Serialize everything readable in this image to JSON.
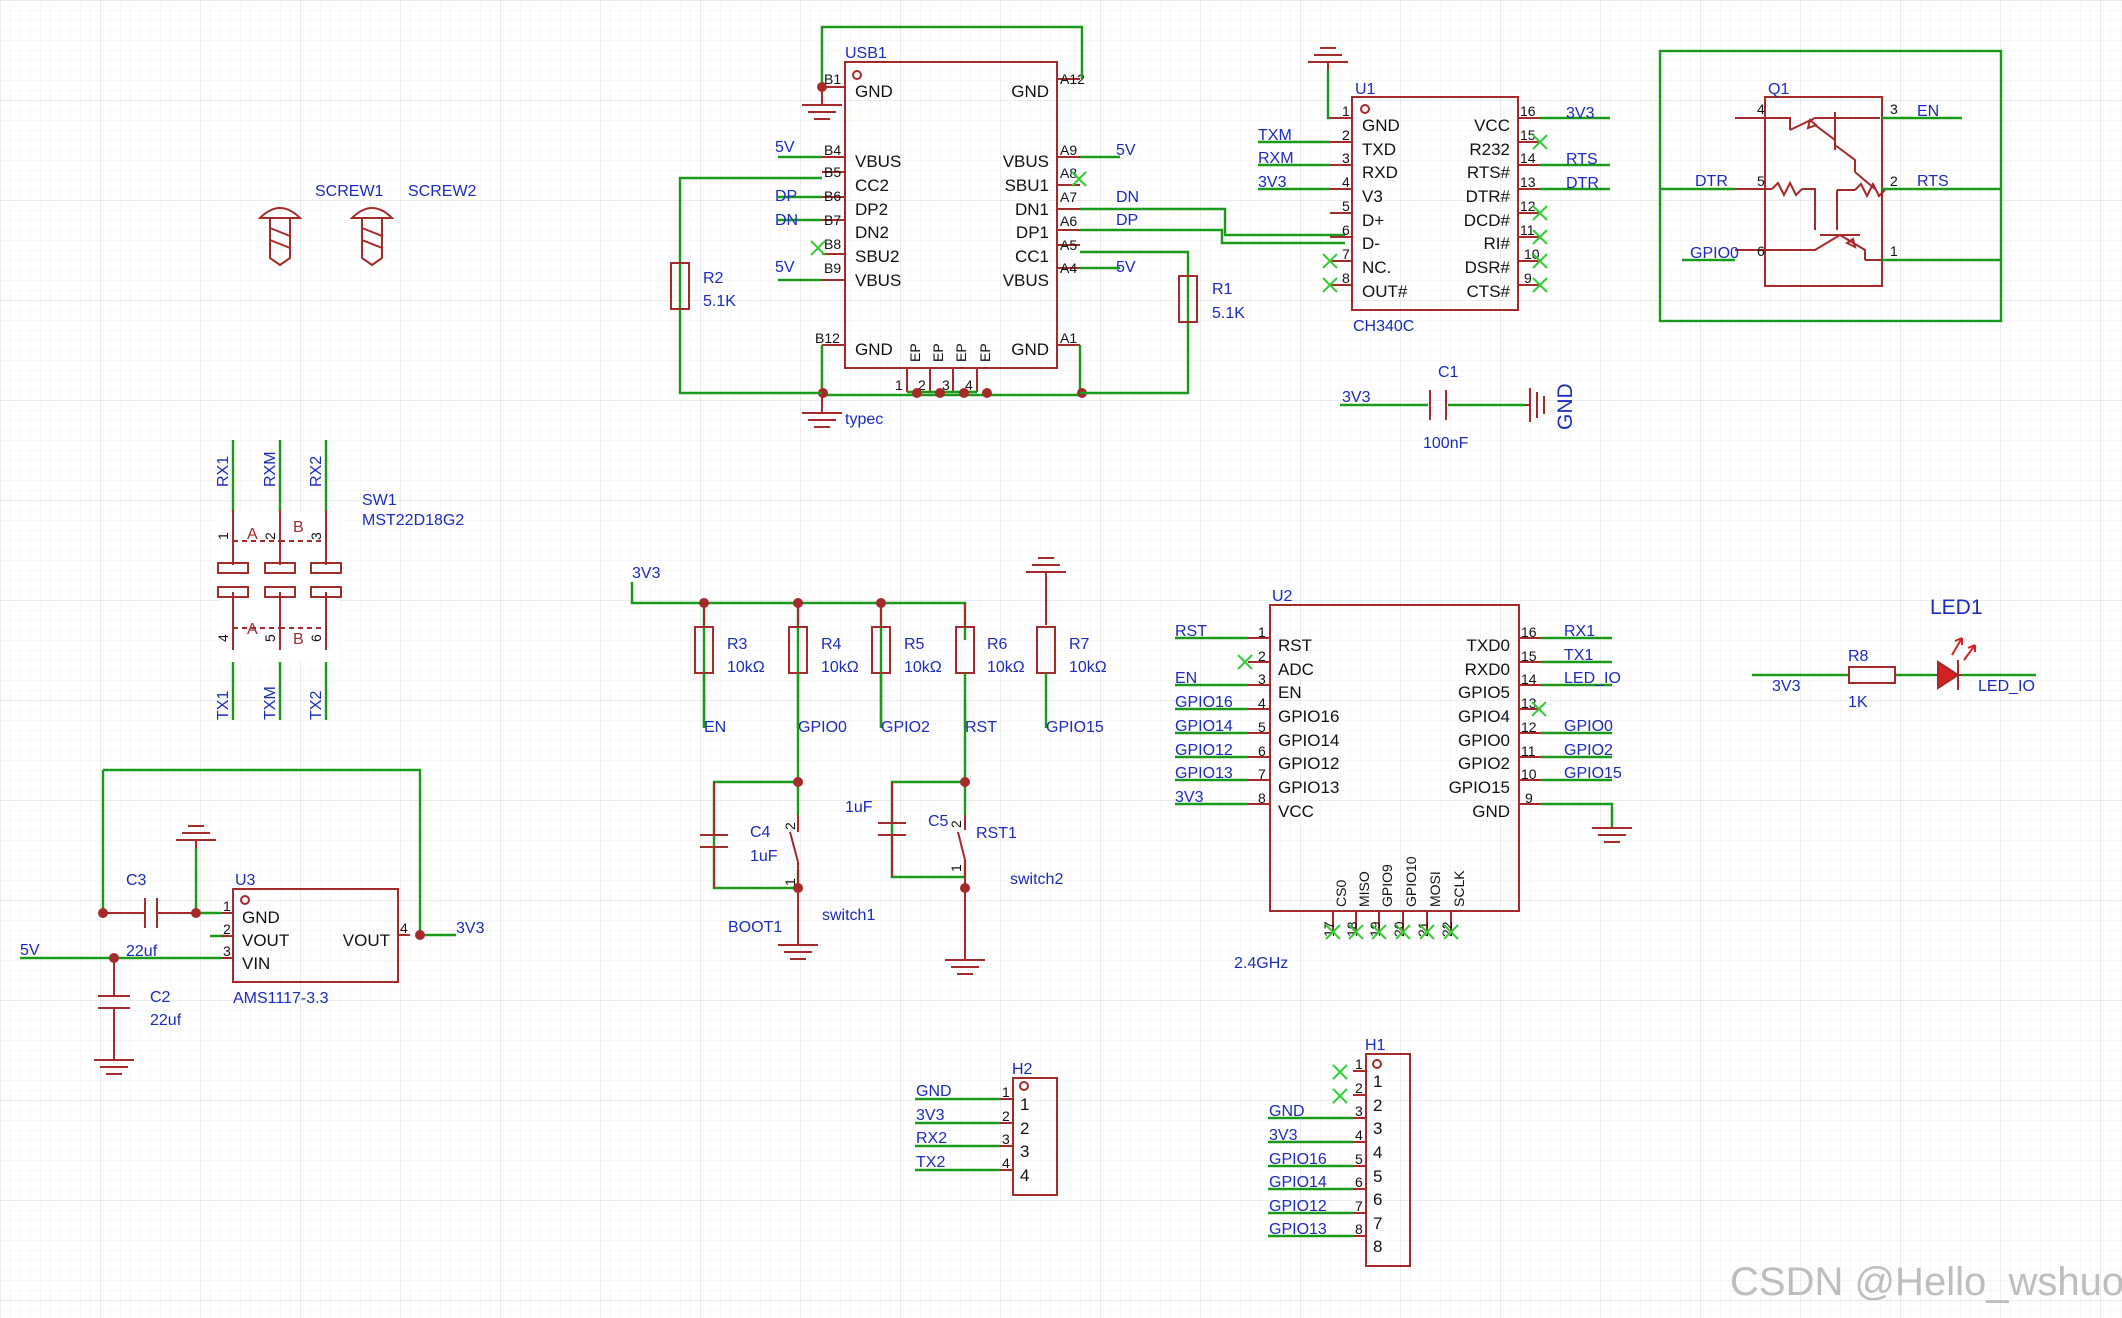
{
  "components": {
    "usb1": {
      "ref": "USB1",
      "value": "typec",
      "left_pins": [
        {
          "num": "B1",
          "name": "GND"
        },
        {
          "num": "B4",
          "name": "VBUS"
        },
        {
          "num": "B5",
          "name": "CC2"
        },
        {
          "num": "B6",
          "name": "DP2"
        },
        {
          "num": "B7",
          "name": "DN2"
        },
        {
          "num": "B8",
          "name": "SBU2"
        },
        {
          "num": "B9",
          "name": "VBUS"
        },
        {
          "num": "B12",
          "name": "GND"
        }
      ],
      "right_pins": [
        {
          "num": "A12",
          "name": "GND"
        },
        {
          "num": "A9",
          "name": "VBUS"
        },
        {
          "num": "A8",
          "name": "SBU1"
        },
        {
          "num": "A7",
          "name": "DN1"
        },
        {
          "num": "A6",
          "name": "DP1"
        },
        {
          "num": "A5",
          "name": "CC1"
        },
        {
          "num": "A4",
          "name": "VBUS"
        },
        {
          "num": "A1",
          "name": "GND"
        }
      ],
      "bottom_pins": [
        {
          "num": "1",
          "name": "EP"
        },
        {
          "num": "2",
          "name": "EP"
        },
        {
          "num": "3",
          "name": "EP"
        },
        {
          "num": "4",
          "name": "EP"
        }
      ],
      "nets_left": [
        "5V",
        "DP",
        "DN",
        "5V"
      ],
      "nets_right": [
        "5V",
        "DN",
        "DP",
        "5V"
      ]
    },
    "u1": {
      "ref": "U1",
      "value": "CH340C",
      "left_pins": [
        {
          "num": "1",
          "name": "GND"
        },
        {
          "num": "2",
          "name": "TXD"
        },
        {
          "num": "3",
          "name": "RXD"
        },
        {
          "num": "4",
          "name": "V3"
        },
        {
          "num": "5",
          "name": "D+"
        },
        {
          "num": "6",
          "name": "D-"
        },
        {
          "num": "7",
          "name": "NC."
        },
        {
          "num": "8",
          "name": "OUT#"
        }
      ],
      "right_pins": [
        {
          "num": "16",
          "name": "VCC"
        },
        {
          "num": "15",
          "name": "R232"
        },
        {
          "num": "14",
          "name": "RTS#"
        },
        {
          "num": "13",
          "name": "DTR#"
        },
        {
          "num": "12",
          "name": "DCD#"
        },
        {
          "num": "11",
          "name": "RI#"
        },
        {
          "num": "10",
          "name": "DSR#"
        },
        {
          "num": "9",
          "name": "CTS#"
        }
      ],
      "nets_left": [
        "TXM",
        "RXM",
        "3V3"
      ],
      "nets_right": [
        "3V3",
        "RTS",
        "DTR"
      ]
    },
    "q1": {
      "ref": "Q1",
      "nets": [
        "EN",
        "RTS",
        "DTR",
        "GPIO0"
      ],
      "pins": [
        "4",
        "3",
        "5",
        "2",
        "6",
        "1"
      ]
    },
    "c1": {
      "ref": "C1",
      "value": "100nF",
      "net_left": "3V3",
      "net_right": "GND"
    },
    "screws": [
      "SCREW1",
      "SCREW2"
    ],
    "r1": {
      "ref": "R1",
      "value": "5.1K"
    },
    "r2": {
      "ref": "R2",
      "value": "5.1K"
    },
    "sw1": {
      "ref": "SW1",
      "value": "MST22D18G2",
      "top_nets": [
        "RX1",
        "RXM",
        "RX2"
      ],
      "bottom_nets": [
        "TX1",
        "TXM",
        "TX2"
      ],
      "top_pins": [
        "1",
        "2",
        "3"
      ],
      "bottom_pins": [
        "4",
        "5",
        "6"
      ],
      "a": "A",
      "b": "B"
    },
    "pullups": {
      "rail": "3V3",
      "resistors": [
        {
          "ref": "R3",
          "value": "10kΩ",
          "net": "EN"
        },
        {
          "ref": "R4",
          "value": "10kΩ",
          "net": "GPIO0"
        },
        {
          "ref": "R5",
          "value": "10kΩ",
          "net": "GPIO2"
        },
        {
          "ref": "R6",
          "value": "10kΩ",
          "net": "RST"
        },
        {
          "ref": "R7",
          "value": "10kΩ",
          "net": "GPIO15"
        }
      ]
    },
    "c4": {
      "ref": "C4",
      "value": "1uF"
    },
    "c5": {
      "ref": "C5",
      "value": "1uF"
    },
    "boot1": {
      "ref": "BOOT1",
      "value": "switch1",
      "pins": [
        "2",
        "1"
      ]
    },
    "rst1": {
      "ref": "RST1",
      "value": "switch2",
      "pins": [
        "2",
        "1"
      ]
    },
    "u2": {
      "ref": "U2",
      "value": "2.4GHz",
      "left_pins": [
        {
          "num": "1",
          "name": "RST",
          "net": "RST"
        },
        {
          "num": "2",
          "name": "ADC",
          "net": ""
        },
        {
          "num": "3",
          "name": "EN",
          "net": "EN"
        },
        {
          "num": "4",
          "name": "GPIO16",
          "net": "GPIO16"
        },
        {
          "num": "5",
          "name": "GPIO14",
          "net": "GPIO14"
        },
        {
          "num": "6",
          "name": "GPIO12",
          "net": "GPIO12"
        },
        {
          "num": "7",
          "name": "GPIO13",
          "net": "GPIO13"
        },
        {
          "num": "8",
          "name": "VCC",
          "net": "3V3"
        }
      ],
      "right_pins": [
        {
          "num": "16",
          "name": "TXD0",
          "net": "RX1"
        },
        {
          "num": "15",
          "name": "RXD0",
          "net": "TX1"
        },
        {
          "num": "14",
          "name": "GPIO5",
          "net": "LED_IO"
        },
        {
          "num": "13",
          "name": "GPIO4",
          "net": ""
        },
        {
          "num": "12",
          "name": "GPIO0",
          "net": "GPIO0"
        },
        {
          "num": "11",
          "name": "GPIO2",
          "net": "GPIO2"
        },
        {
          "num": "10",
          "name": "GPIO15",
          "net": "GPIO15"
        },
        {
          "num": "9",
          "name": "GND",
          "net": ""
        }
      ],
      "bottom_pins": [
        {
          "num": "17",
          "name": "CS0"
        },
        {
          "num": "18",
          "name": "MISO"
        },
        {
          "num": "19",
          "name": "GPIO9"
        },
        {
          "num": "20",
          "name": "GPIO10"
        },
        {
          "num": "21",
          "name": "MOSI"
        },
        {
          "num": "22",
          "name": "SCLK"
        }
      ]
    },
    "led1": {
      "ref": "LED1",
      "r_ref": "R8",
      "r_value": "1K",
      "net_left": "3V3",
      "net_right": "LED_IO"
    },
    "u3": {
      "ref": "U3",
      "value": "AMS1117-3.3",
      "pins": [
        {
          "num": "1",
          "name": "GND"
        },
        {
          "num": "2",
          "name": "VOUT"
        },
        {
          "num": "3",
          "name": "VIN"
        },
        {
          "num": "4",
          "name": "VOUT"
        }
      ],
      "net_in": "5V",
      "net_out": "3V3"
    },
    "c3": {
      "ref": "C3",
      "value": "22uf"
    },
    "c2": {
      "ref": "C2",
      "value": "22uf"
    },
    "h2": {
      "ref": "H2",
      "pins": [
        "1",
        "2",
        "3",
        "4"
      ],
      "nets": [
        "GND",
        "3V3",
        "RX2",
        "TX2"
      ]
    },
    "h1": {
      "ref": "H1",
      "pins": [
        "1",
        "2",
        "3",
        "4",
        "5",
        "6",
        "7",
        "8"
      ],
      "nets": [
        "",
        "",
        "GND",
        "3V3",
        "GPIO16",
        "GPIO14",
        "GPIO12",
        "GPIO13"
      ]
    }
  },
  "watermark": "CSDN @Hello_wshuo"
}
